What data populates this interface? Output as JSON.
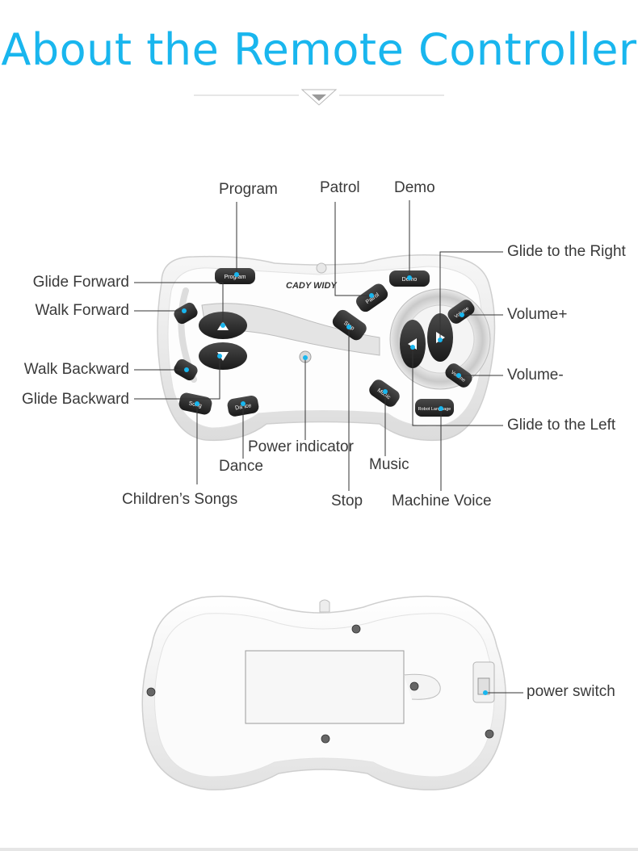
{
  "title": "About the Remote Controller",
  "accent_color": "#19b6ee",
  "front": {
    "brand": "CADY WIDY",
    "buttons": {
      "program": "Program",
      "demo": "Demo",
      "patrol": "Patrol",
      "stop": "Stop",
      "volume_up": "Volume",
      "volume_down": "Volume",
      "music": "Music",
      "robot_language": "Robot Language",
      "song": "Song",
      "dance": "Dance"
    },
    "labels": {
      "program": "Program",
      "patrol": "Patrol",
      "demo": "Demo",
      "glide_right": "Glide to the Right",
      "glide_forward": "Glide Forward",
      "walk_forward": "Walk Forward",
      "volume_up": "Volume+",
      "walk_backward": "Walk Backward",
      "volume_down": "Volume-",
      "glide_backward": "Glide Backward",
      "glide_left": "Glide to the Left",
      "power_indicator": "Power indicator",
      "dance": "Dance",
      "music": "Music",
      "childrens_songs": "Children’s Songs",
      "stop": "Stop",
      "machine_voice": "Machine Voice"
    }
  },
  "back": {
    "labels": {
      "power_switch": "power switch"
    }
  }
}
